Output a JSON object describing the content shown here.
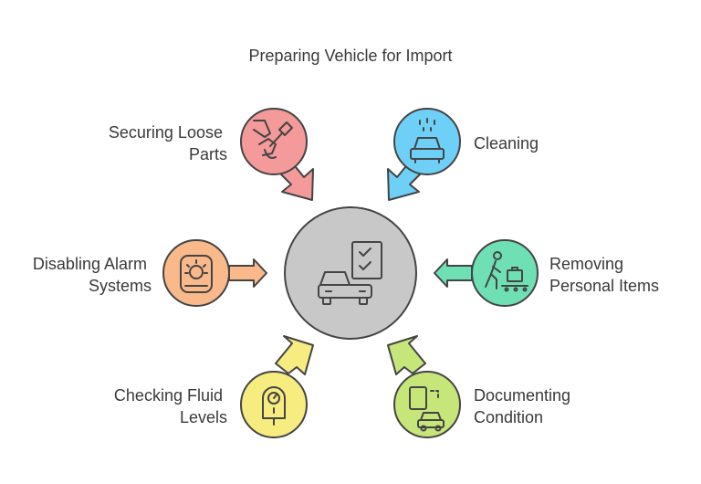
{
  "title": "Preparing Vehicle for Import",
  "center": {
    "icon": "car-checklist-icon",
    "color": "#c8c8c8"
  },
  "steps": [
    {
      "label_lines": [
        "Securing Loose",
        "Parts"
      ],
      "icon": "tools-icon",
      "color": "#f49a9a"
    },
    {
      "label_lines": [
        "Cleaning"
      ],
      "icon": "car-wash-icon",
      "color": "#6fd0f7"
    },
    {
      "label_lines": [
        "Disabling Alarm",
        "Systems"
      ],
      "icon": "alarm-icon",
      "color": "#f9b98a"
    },
    {
      "label_lines": [
        "Removing",
        "Personal Items"
      ],
      "icon": "person-luggage-icon",
      "color": "#6fe0b4"
    },
    {
      "label_lines": [
        "Checking Fluid",
        "Levels"
      ],
      "icon": "gauge-icon",
      "color": "#f7ec7f"
    },
    {
      "label_lines": [
        "Documenting",
        "Condition"
      ],
      "icon": "car-document-icon",
      "color": "#c6e67a"
    }
  ]
}
